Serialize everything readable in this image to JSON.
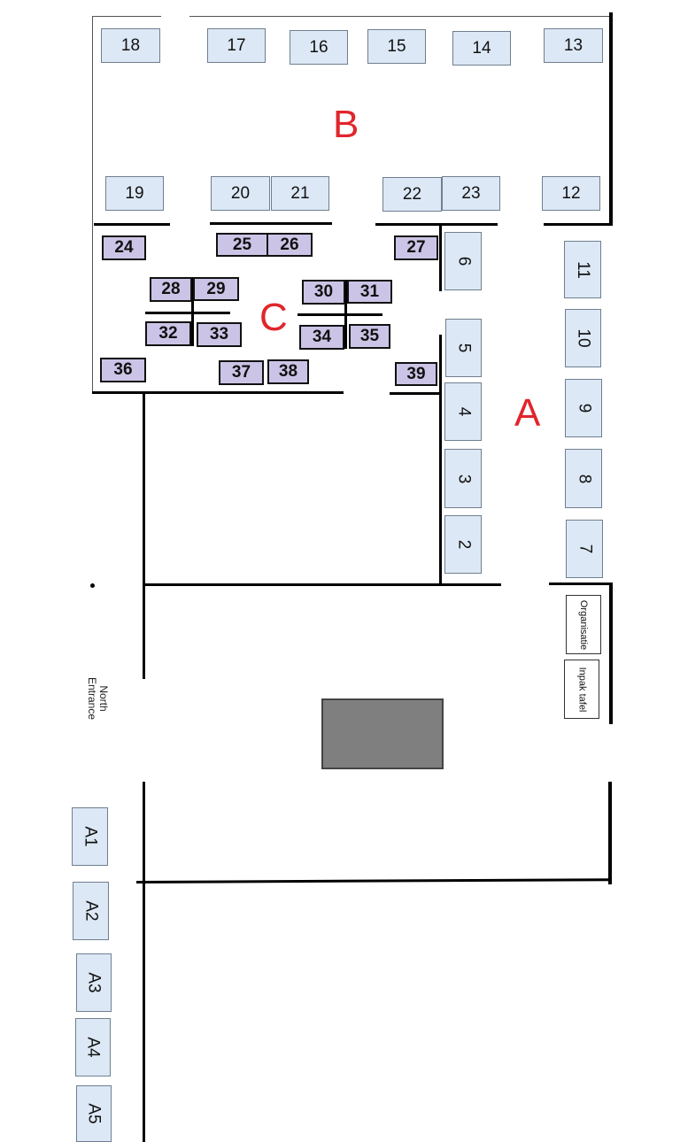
{
  "zones": {
    "a": "A",
    "b": "B",
    "c": "C"
  },
  "entrance": {
    "label": "North Entrance"
  },
  "booths": {
    "b2": "2",
    "b3": "3",
    "b4": "4",
    "b5": "5",
    "b6": "6",
    "b7": "7",
    "b8": "8",
    "b9": "9",
    "b10": "10",
    "b11": "11",
    "b12": "12",
    "b13": "13",
    "b14": "14",
    "b15": "15",
    "b16": "16",
    "b17": "17",
    "b18": "18",
    "b19": "19",
    "b20": "20",
    "b21": "21",
    "b22": "22",
    "b23": "23",
    "b24": "24",
    "b25": "25",
    "b26": "26",
    "b27": "27",
    "b28": "28",
    "b29": "29",
    "b30": "30",
    "b31": "31",
    "b32": "32",
    "b33": "33",
    "b34": "34",
    "b35": "35",
    "b36": "36",
    "b37": "37",
    "b38": "38",
    "b39": "39",
    "a1": "A1",
    "a2": "A2",
    "a3": "A3",
    "a4": "A4",
    "a5": "A5"
  },
  "service": {
    "organisatie": "Organisatie",
    "inpak": "Inpak tafel"
  },
  "colors": {
    "standard_booth": "#dce8f5",
    "hall_c_booth": "#ccc4e6",
    "zone_label": "#e0262c",
    "stage": "#7f7f7f"
  }
}
